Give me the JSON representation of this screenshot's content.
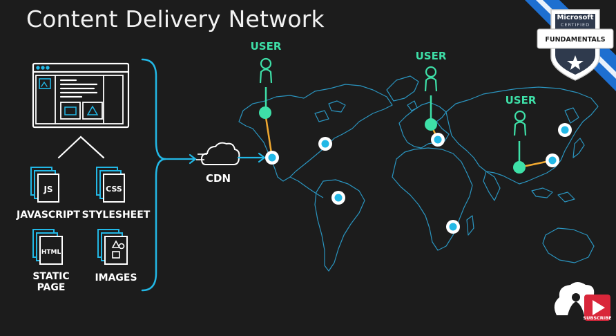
{
  "title": "Content Delivery Network",
  "badge": {
    "line1": "Microsoft",
    "line2": "CERTIFIED",
    "ribbon": "FUNDAMENTALS"
  },
  "assets": {
    "js_icon": "JS",
    "css_icon": "CSS",
    "html_icon": "HTML",
    "js_label": "JAVASCRIPT",
    "css_label": "STYLESHEET",
    "html_label_line1": "STATIC",
    "html_label_line2": "PAGE",
    "images_label": "IMAGES"
  },
  "cdn_label": "CDN",
  "users": [
    "USER",
    "USER",
    "USER"
  ],
  "subscribe": "SUBSCRIBE",
  "colors": {
    "background": "#1c1c1c",
    "accent_cyan": "#22b8e6",
    "user_green": "#3ee0a8",
    "link_orange": "#f0a830",
    "map_outline": "#2a95c0",
    "badge_blue": "#1e6fd0",
    "subscribe_red": "#d9263a"
  }
}
